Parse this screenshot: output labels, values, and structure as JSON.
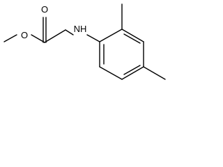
{
  "molecule": {
    "atoms": {
      "carbonyl_oxygen": "O",
      "ester_oxygen": "O",
      "amine": "NH"
    }
  }
}
